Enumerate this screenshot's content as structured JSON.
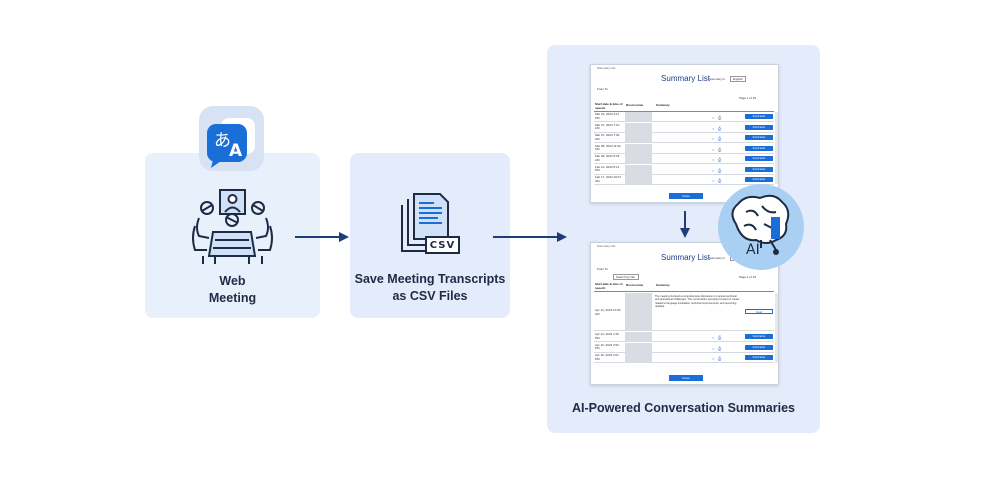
{
  "steps": {
    "web": {
      "label": "Web\nMeeting"
    },
    "csv": {
      "label": "Save Meeting Transcripts\nas CSV Files",
      "file_badge": "CSV"
    },
    "ai": {
      "label": "AI-Powered Conversation Summaries",
      "badge": "AI"
    }
  },
  "app_icon": {
    "glyph_jp": "あ",
    "glyph_en": "A"
  },
  "window_top": {
    "titlebar": "Summary List",
    "title": "Summary List",
    "summary_in_label": "Summary in",
    "language": "English",
    "filter_text": "From          To",
    "page_info": "Page 1 of 15",
    "col_date": "Start date & time of speech",
    "col_room": "Room name",
    "col_summary": "Summary",
    "rows": [
      {
        "date": "Mar 01, 2023 4:11 PM",
        "btn": "Summarize"
      },
      {
        "date": "Mar 07, 2023 7:10 AM",
        "btn": "Summarize"
      },
      {
        "date": "Mar 07, 2023 7:30 AM",
        "btn": "Summarize"
      },
      {
        "date": "Mar 08, 2023 11:02 AM",
        "btn": "Summarize"
      },
      {
        "date": "Mar 09, 2023 5:18 AM",
        "btn": "Summarize"
      },
      {
        "date": "Feb 10, 2023 8:11 PM",
        "btn": "Summarize"
      },
      {
        "date": "Feb 17, 2023 10:07 AM",
        "btn": "Summarize"
      }
    ],
    "close": "Close"
  },
  "window_bottom": {
    "titlebar": "Summary List",
    "title": "Summary List",
    "summary_in_label": "Summary in",
    "language": "English",
    "filter_text": "From          To",
    "search_placeholder": "Search by title",
    "page_info": "Page 1 of 15",
    "col_date": "Start date & time of speech",
    "col_room": "Room name",
    "col_summary": "Summary",
    "summary_text": "The meeting involved a comprehensive discussion on various technical and operational challenges. The conversation primarily focused on issues related to language translation, technical improvements, and upcoming updates.",
    "first_row_date": "Apr 12, 2023 10:56 AM",
    "detail_btn": "Detail",
    "rows": [
      {
        "date": "Apr 14, 2023 4:19 PM",
        "btn": "Summarize"
      },
      {
        "date": "Apr 16, 2023 2:53 PM",
        "btn": "Summarize"
      },
      {
        "date": "Apr 18, 2023 3:01 PM",
        "btn": "Summarize"
      }
    ],
    "close": "Close"
  },
  "colors": {
    "accent": "#1a6ed8",
    "arrow": "#1e3c78",
    "panel_bg": "#e4ebfa",
    "icon_line": "#1d2b45"
  },
  "icons": [
    "translate-app-icon",
    "meeting-icon",
    "csv-file-icon",
    "ai-brain-icon",
    "right-arrow-icon",
    "down-arrow-icon"
  ]
}
